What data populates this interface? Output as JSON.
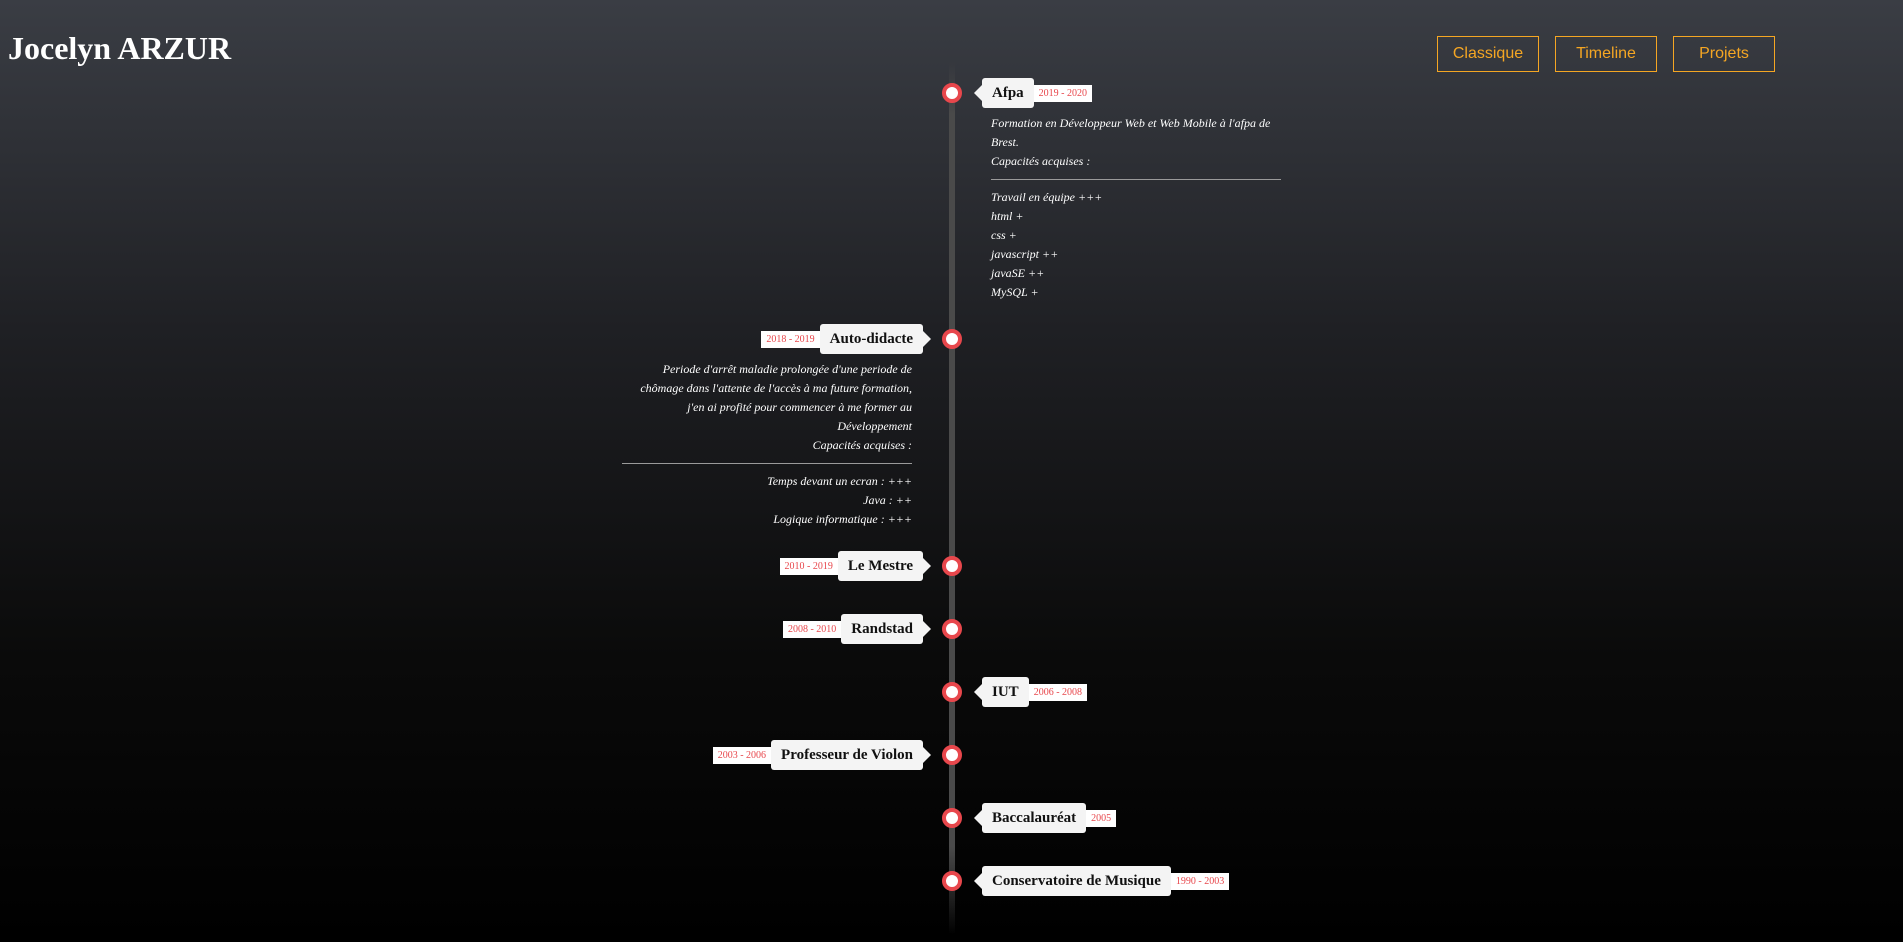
{
  "site": {
    "title": "Jocelyn ARZUR"
  },
  "nav": {
    "classique": "Classique",
    "timeline": "Timeline",
    "projets": "Projets"
  },
  "colors": {
    "accent": "#f5a623",
    "dot_border": "#e8474c",
    "date_text": "#e8474c"
  },
  "entries": {
    "afpa": {
      "title": "Afpa",
      "date": "2019 - 2020",
      "desc_line1": "Formation en Développeur Web et Web Mobile à l'afpa de",
      "desc_line2": "Brest.",
      "caps_label": "Capacités acquises :",
      "skills": [
        "Travail en équipe +++",
        "html +",
        "css +",
        "javascript ++",
        "javaSE ++",
        "MySQL +"
      ]
    },
    "autodidacte": {
      "title": "Auto-didacte",
      "date": "2018 - 2019",
      "desc_lines": [
        "Periode d'arrêt maladie prolongée d'une periode de",
        "chômage dans l'attente de l'accès à ma future formation,",
        "j'en ai profité pour commencer à me former au",
        "Développement"
      ],
      "caps_label": "Capacités acquises :",
      "skills": [
        "Temps devant un ecran : +++",
        "Java : ++",
        "Logique informatique : +++"
      ]
    },
    "lemestre": {
      "title": "Le Mestre",
      "date": "2010 - 2019"
    },
    "randstad": {
      "title": "Randstad",
      "date": "2008 - 2010"
    },
    "iut": {
      "title": "IUT",
      "date": "2006 - 2008"
    },
    "violon": {
      "title": "Professeur de Violon",
      "date": "2003 - 2006"
    },
    "bac": {
      "title": "Baccalauréat",
      "date": "2005"
    },
    "conservatoire": {
      "title": "Conservatoire de Musique",
      "date": "1990 - 2003"
    }
  }
}
